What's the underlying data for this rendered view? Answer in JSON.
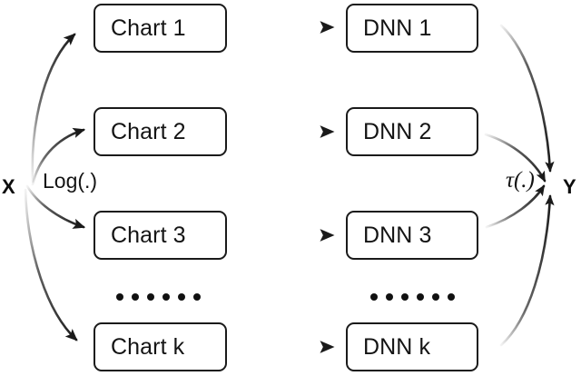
{
  "diagram": {
    "title": "Multi-chart DNN ensemble pipeline",
    "type": "flow-diagram",
    "background_color": "#ffffff",
    "stroke_color": "#1a1a1a",
    "input": {
      "label": "X"
    },
    "output": {
      "label": "Y"
    },
    "operators": {
      "left": "Log(.)",
      "right": "τ(.)"
    },
    "chart_nodes": [
      {
        "label": "Chart 1"
      },
      {
        "label": "Chart 2"
      },
      {
        "label": "Chart 3"
      },
      {
        "label": "Chart k"
      }
    ],
    "dnn_nodes": [
      {
        "label": "DNN 1"
      },
      {
        "label": "DNN 2"
      },
      {
        "label": "DNN 3"
      },
      {
        "label": "DNN k"
      }
    ],
    "ellipsis": {
      "dot_count": 6,
      "left_label": "......",
      "right_label": "......"
    }
  }
}
